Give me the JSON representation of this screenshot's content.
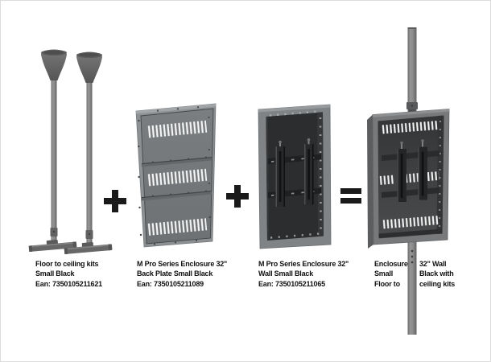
{
  "page": {
    "background": "#ffffff"
  },
  "colors": {
    "text": "#111111",
    "operator": "#1a1a1a",
    "metal-light": "#9a9d9f",
    "metal-mid": "#7e8183",
    "metal-dark": "#2c2e2f",
    "slot-white": "#f5f5f5"
  },
  "operators": [
    {
      "name": "plus",
      "symbol": "+"
    },
    {
      "name": "plus",
      "symbol": "+"
    },
    {
      "name": "equals",
      "symbol": "="
    }
  ],
  "products": [
    {
      "name": "floor-to-ceiling-kits",
      "label_lines": [
        "Floor to ceiling kits",
        "Small Black",
        "Ean: 7350105211621"
      ]
    },
    {
      "name": "back-plate",
      "label_lines": [
        "M Pro Series Enclosure 32\"",
        "Back Plate Small Black",
        "Ean: 7350105211089"
      ]
    },
    {
      "name": "wall-enclosure",
      "label_lines": [
        "M Pro Series Enclosure 32\"",
        "Wall Small Black",
        "Ean: 7350105211065"
      ]
    },
    {
      "name": "assembled-enclosure",
      "label_left_lines": [
        "Enclosure",
        "Small",
        "Floor to"
      ],
      "label_right_lines": [
        "32\" Wall",
        "Black with",
        "ceiling kits"
      ]
    }
  ]
}
